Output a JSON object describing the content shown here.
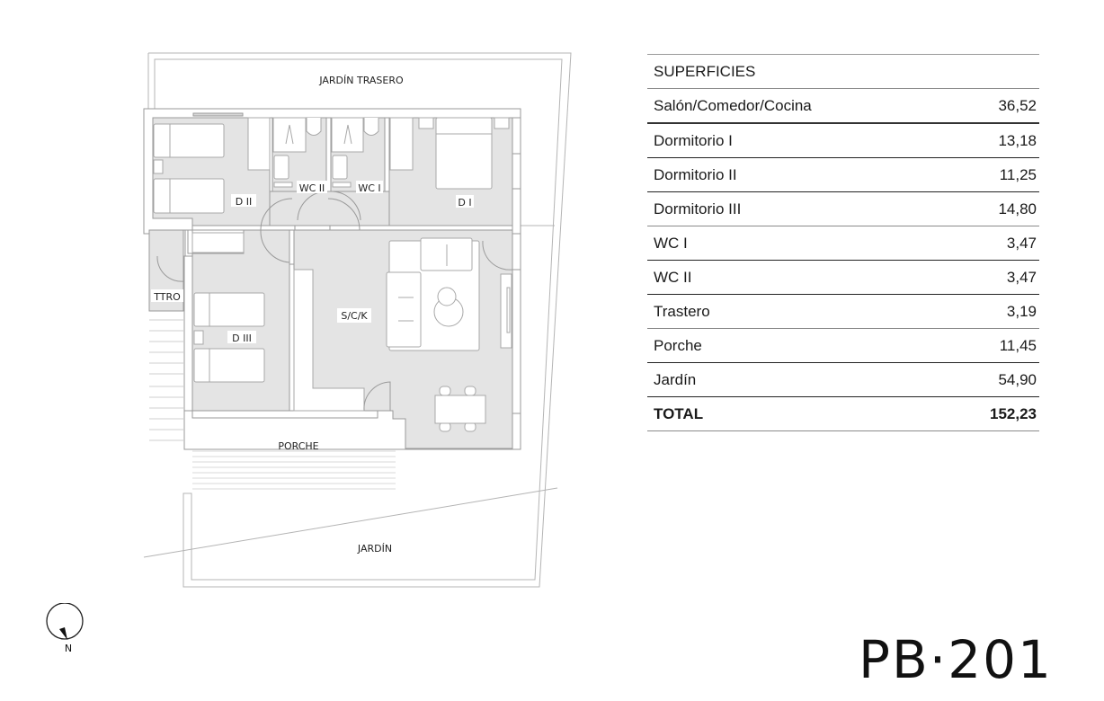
{
  "plan": {
    "labels": {
      "jardin_trasero": "JARDÍN TRASERO",
      "d2": "D II",
      "wc2": "WC II",
      "wc1": "WC I",
      "d1": "D I",
      "ttro": "TTRO",
      "sck": "S/C/K",
      "d3": "D III",
      "porche": "PORCHE",
      "jardin": "JARDÍN"
    },
    "colors": {
      "floor": "#e4e4e4",
      "wall": "#9a9a9a",
      "line": "#a8a8a8",
      "furniture": "#ffffff"
    }
  },
  "compass": {
    "label": "N"
  },
  "surfaces": {
    "header": "SUPERFICIES",
    "rows": [
      {
        "name": "Salón/Comedor/Cocina",
        "value": "36,52"
      },
      {
        "name": "Dormitorio I",
        "value": "13,18"
      },
      {
        "name": "Dormitorio II",
        "value": "11,25"
      },
      {
        "name": "Dormitorio III",
        "value": "14,80"
      },
      {
        "name": "WC I",
        "value": "3,47"
      },
      {
        "name": "WC II",
        "value": "3,47"
      },
      {
        "name": "Trastero",
        "value": "3,19"
      },
      {
        "name": "Porche",
        "value": "11,45"
      },
      {
        "name": "Jardín",
        "value": "54,90"
      }
    ],
    "total": {
      "name": "TOTAL",
      "value": "152,23"
    }
  },
  "unit_code": "PB·201"
}
